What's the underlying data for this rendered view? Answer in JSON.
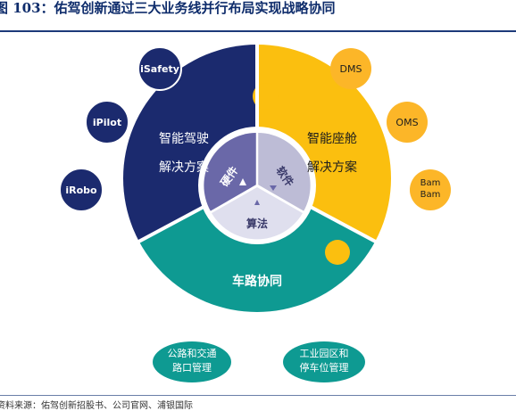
{
  "title": "图 103：佑驾创新通过三大业务线并行布局实现战略协同",
  "source": "资料来源：佑驾创新招股书、公司官网、浦银国际",
  "colors": {
    "navy": "#1b2a6e",
    "gold": "#fbbf0f",
    "teal": "#0e9a92",
    "orange": "#fcb628",
    "inner_purple": "#6a68a8",
    "inner_light": "#bdbcd6",
    "inner_pale": "#dfdfee"
  },
  "diagram": {
    "segments": {
      "autonomous": "智能驾驶解决方案",
      "cockpit": "智能座舱解决方案",
      "v2x": "车路协同"
    },
    "inner": {
      "hardware": "硬件",
      "software": "软件",
      "algorithm": "算法"
    },
    "autonomous_products": [
      "iSafety",
      "iPilot",
      "iRobo"
    ],
    "cockpit_products": [
      "DMS",
      "OMS",
      "Bam Bam"
    ],
    "v2x_scenarios": [
      "公路和交通路口管理",
      "工业园区和停车位管理"
    ]
  }
}
